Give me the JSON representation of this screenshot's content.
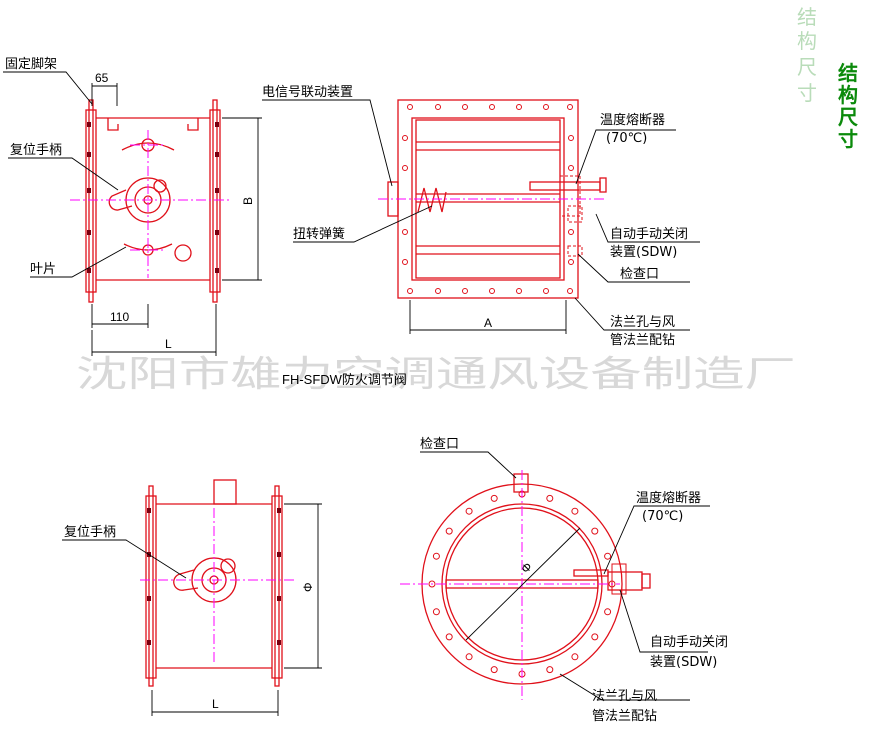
{
  "title": {
    "faint": [
      "结",
      "构",
      "尺",
      "寸"
    ],
    "bold": [
      "结",
      "构",
      "尺",
      "寸"
    ]
  },
  "watermark": "沈阳市雄力空调通风设备制造厂",
  "top_left_view": {
    "labels": {
      "bracket": "固定脚架",
      "handle": "复位手柄",
      "blade": "叶片"
    },
    "dims": {
      "d65": "65",
      "d110": "110",
      "B": "B",
      "L": "L"
    }
  },
  "top_right_view": {
    "labels": {
      "signal": "电信号联动装置",
      "spring": "扭转弹簧",
      "fuse": "温度熔断器",
      "fuse_temp": "(70℃)",
      "sdw1": "自动手动关闭",
      "sdw2": "装置(SDW)",
      "inspect": "检查口",
      "flange1": "法兰孔与风",
      "flange2": "管法兰配钻"
    },
    "dims": {
      "A": "A"
    }
  },
  "caption_top": "FH-SFDW防火调节阀",
  "bottom_left_view": {
    "labels": {
      "handle": "复位手柄"
    },
    "dims": {
      "phi": "Φ",
      "L": "L"
    }
  },
  "bottom_right_view": {
    "labels": {
      "inspect": "检查口",
      "fuse": "温度熔断器",
      "fuse_temp": "(70℃)",
      "sdw1": "自动手动关闭",
      "sdw2": "装置(SDW)",
      "flange1": "法兰孔与风",
      "flange2": "管法兰配钻"
    },
    "dims": {
      "phi": "Φ"
    }
  },
  "colors": {
    "outline": "#e0101a",
    "centerline": "#ff00ff",
    "title": "#0b8a0b"
  }
}
